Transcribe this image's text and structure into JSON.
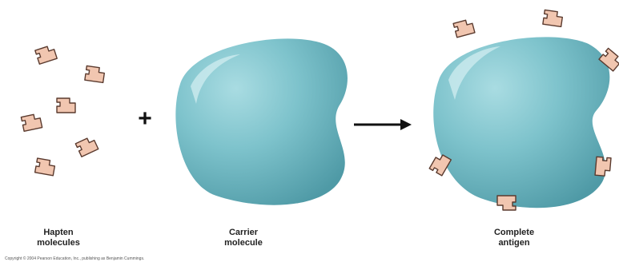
{
  "labels": {
    "hapten_line1": "Hapten",
    "hapten_line2": "molecules",
    "carrier_line1": "Carrier",
    "carrier_line2": "molecule",
    "complete_line1": "Complete",
    "complete_line2": "antigen"
  },
  "symbols": {
    "plus": "+"
  },
  "copyright": "Copyright © 2004 Pearson Education, Inc., publishing as Benjamin Cummings.",
  "colors": {
    "carrier_fill": "#7ec3cc",
    "carrier_shadow": "#4f9aa6",
    "hapten_fill": "#f1c6b0",
    "hapten_stroke": "#5a3a2e",
    "arrow": "#111111"
  },
  "icons": {
    "hapten": "hapten-molecule-icon",
    "arrow": "right-arrow-icon"
  }
}
